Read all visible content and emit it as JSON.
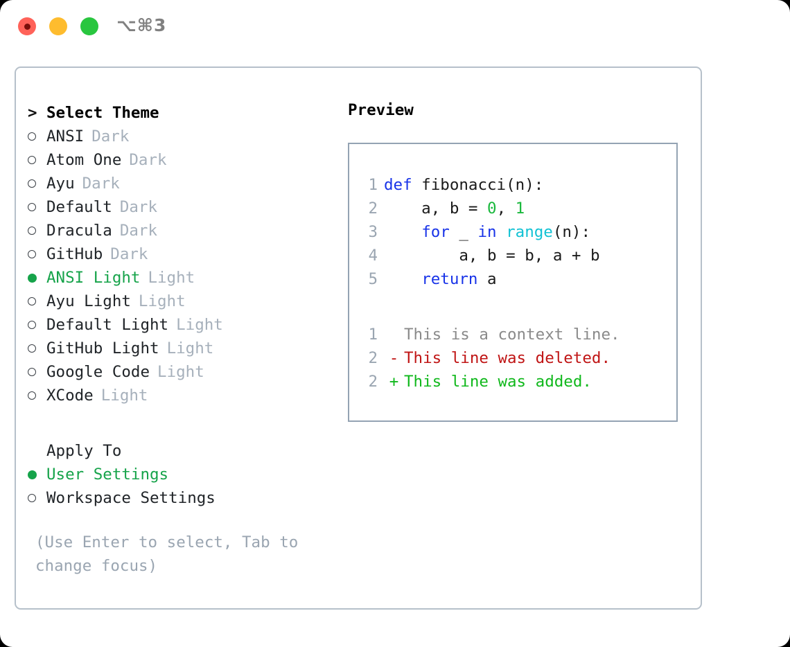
{
  "titlebar": {
    "shortcut": "⌥⌘3",
    "lights": [
      {
        "name": "close",
        "color": "#ff6259"
      },
      {
        "name": "minimize",
        "color": "#febc2e"
      },
      {
        "name": "maximize",
        "color": "#29c63f"
      }
    ]
  },
  "theme_picker": {
    "caret": ">",
    "heading": "Select Theme",
    "bullet_selected": "●",
    "bullet_unselected": "○",
    "items": [
      {
        "label": "ANSI",
        "badge": "Dark",
        "selected": false
      },
      {
        "label": "Atom One",
        "badge": "Dark",
        "selected": false
      },
      {
        "label": "Ayu",
        "badge": "Dark",
        "selected": false
      },
      {
        "label": "Default",
        "badge": "Dark",
        "selected": false
      },
      {
        "label": "Dracula",
        "badge": "Dark",
        "selected": false
      },
      {
        "label": "GitHub",
        "badge": "Dark",
        "selected": false
      },
      {
        "label": "ANSI Light",
        "badge": "Light",
        "selected": true
      },
      {
        "label": "Ayu Light",
        "badge": "Light",
        "selected": false
      },
      {
        "label": "Default Light",
        "badge": "Light",
        "selected": false
      },
      {
        "label": "GitHub Light",
        "badge": "Light",
        "selected": false
      },
      {
        "label": "Google Code",
        "badge": "Light",
        "selected": false
      },
      {
        "label": "XCode",
        "badge": "Light",
        "selected": false
      }
    ]
  },
  "apply_to": {
    "heading": "Apply To",
    "options": [
      {
        "label": "User Settings",
        "selected": true
      },
      {
        "label": "Workspace Settings",
        "selected": false
      }
    ]
  },
  "hint": "(Use Enter to select, Tab to change focus)",
  "preview": {
    "title": "Preview",
    "code_lines": [
      {
        "no": "1",
        "tokens": [
          {
            "t": "def",
            "c": "kw"
          },
          {
            "t": " fibonacci(n):",
            "c": "codetext"
          }
        ]
      },
      {
        "no": "2",
        "tokens": [
          {
            "t": "    a, b = ",
            "c": "codetext"
          },
          {
            "t": "0",
            "c": "num"
          },
          {
            "t": ", ",
            "c": "codetext"
          },
          {
            "t": "1",
            "c": "num"
          }
        ]
      },
      {
        "no": "3",
        "tokens": [
          {
            "t": "    ",
            "c": "codetext"
          },
          {
            "t": "for",
            "c": "kw"
          },
          {
            "t": " _ ",
            "c": "codetext"
          },
          {
            "t": "in",
            "c": "kw"
          },
          {
            "t": " ",
            "c": "codetext"
          },
          {
            "t": "range",
            "c": "fn"
          },
          {
            "t": "(n):",
            "c": "codetext"
          }
        ]
      },
      {
        "no": "4",
        "tokens": [
          {
            "t": "        a, b = b, a + b",
            "c": "codetext"
          }
        ]
      },
      {
        "no": "5",
        "tokens": [
          {
            "t": "    ",
            "c": "codetext"
          },
          {
            "t": "return",
            "c": "kw"
          },
          {
            "t": " a",
            "c": "codetext"
          }
        ]
      }
    ],
    "diff_lines": [
      {
        "no": "1",
        "mark": " ",
        "text": "This is a context line.",
        "kind": "diff-ctx"
      },
      {
        "no": "2",
        "mark": "-",
        "text": "This line was deleted.",
        "kind": "diff-del"
      },
      {
        "no": "2",
        "mark": "+",
        "text": "This line was added.",
        "kind": "diff-add"
      }
    ]
  },
  "colors": {
    "accent_green": "#16a34a",
    "keyword_blue": "#1833e8",
    "function_cyan": "#12c2d4",
    "number_green": "#19b83c",
    "diff_deleted": "#c01515",
    "diff_added": "#10b81c",
    "muted": "#9aa5b1",
    "border": "#b6c0ca"
  }
}
